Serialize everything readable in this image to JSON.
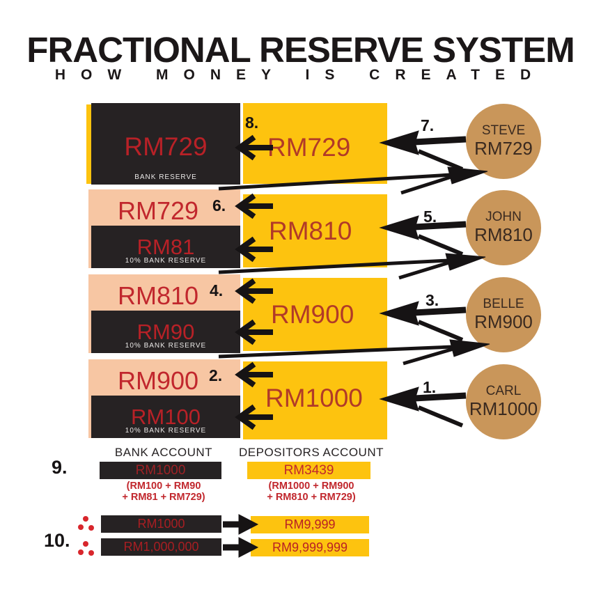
{
  "title": "FRACTIONAL RESERVE SYSTEM",
  "subtitle": "HOW MONEY IS CREATED",
  "colors": {
    "yellow": "#fdc30f",
    "pink": "#f7c6a3",
    "black_block": "#262223",
    "red_on_black": "#b82127",
    "red_on_pink": "#c1272d",
    "red_on_yellow": "#b13a28",
    "circle_tan": "#c9965a",
    "arrow_black": "#161314",
    "therefore_red": "#d8262c"
  },
  "bank_column": {
    "row1": {
      "amount": "RM729",
      "label": "BANK RESERVE"
    },
    "row2": {
      "step": "6.",
      "pink_amount": "RM729",
      "black_amount": "RM81",
      "label": "10% BANK RESERVE"
    },
    "row3": {
      "step": "4.",
      "pink_amount": "RM810",
      "black_amount": "RM90",
      "label": "10% BANK RESERVE"
    },
    "row4": {
      "step": "2.",
      "pink_amount": "RM900",
      "black_amount": "RM100",
      "label": "10% BANK RESERVE"
    }
  },
  "deposit_column": {
    "row1": {
      "step": "8.",
      "amount": "RM729"
    },
    "row2": {
      "amount": "RM810"
    },
    "row3": {
      "amount": "RM900"
    },
    "row4": {
      "amount": "RM1000"
    }
  },
  "depositors": {
    "row1": {
      "step": "7.",
      "name": "STEVE",
      "amount": "RM729"
    },
    "row2": {
      "step": "5.",
      "name": "JOHN",
      "amount": "RM810"
    },
    "row3": {
      "step": "3.",
      "name": "BELLE",
      "amount": "RM900"
    },
    "row4": {
      "step": "1.",
      "name": "CARL",
      "amount": "RM1000"
    }
  },
  "summary": {
    "step": "9.",
    "bank_header": "BANK ACCOUNT",
    "bank_amount": "RM1000",
    "bank_breakdown1": "(RM100 + RM90",
    "bank_breakdown2": "+ RM81 + RM729)",
    "depositors_header": "DEPOSITORS ACCOUNT",
    "depositors_amount": "RM3439",
    "depositors_breakdown1": "(RM1000 + RM900",
    "depositors_breakdown2": "+ RM810 + RM729)"
  },
  "multiplier": {
    "step": "10.",
    "row1": {
      "bank": "RM1000",
      "depositors": "RM9,999"
    },
    "row2": {
      "bank": "RM1,000,000",
      "depositors": "RM9,999,999"
    }
  }
}
